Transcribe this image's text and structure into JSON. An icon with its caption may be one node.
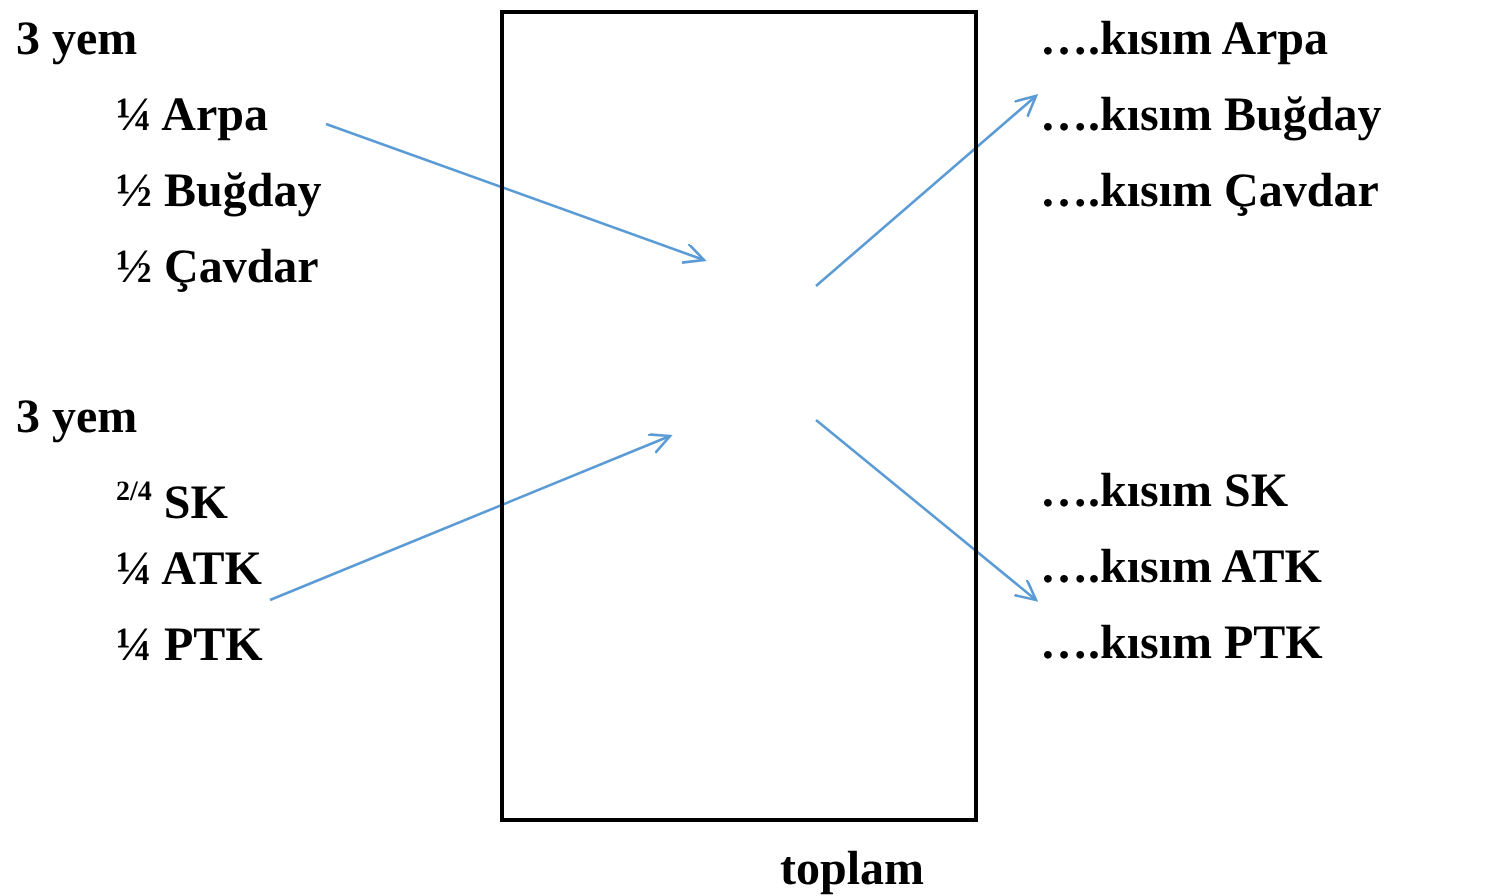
{
  "diagram": {
    "nodes": [
      {
        "text": [
          "3 yem",
          "¼ Arpa",
          "½ Buğday",
          "½ Çavdar"
        ]
      },
      {
        "text": [
          "3 yem",
          "$^{2/4}$ SK",
          "¼ ATK",
          "¼ PTK"
        ]
      },
      {
        "text": [],
        "shape": "box",
        "beside": [
          "toplam"
        ]
      },
      {
        "text": [
          "….kısım Arpa",
          "….kısım Buğday",
          "….kısım Çavdar"
        ]
      },
      {
        "text": [
          "….kısım SK",
          "….kısım ATK",
          "….kısım PTK"
        ]
      }
    ],
    "edges": [
      {
        "from": 0,
        "to": 2,
        "arrow": "to"
      },
      {
        "from": 1,
        "to": 2,
        "arrow": "to"
      },
      {
        "from": 2,
        "to": 3,
        "arrow": "to"
      },
      {
        "from": 2,
        "to": 4,
        "arrow": "to"
      }
    ]
  }
}
